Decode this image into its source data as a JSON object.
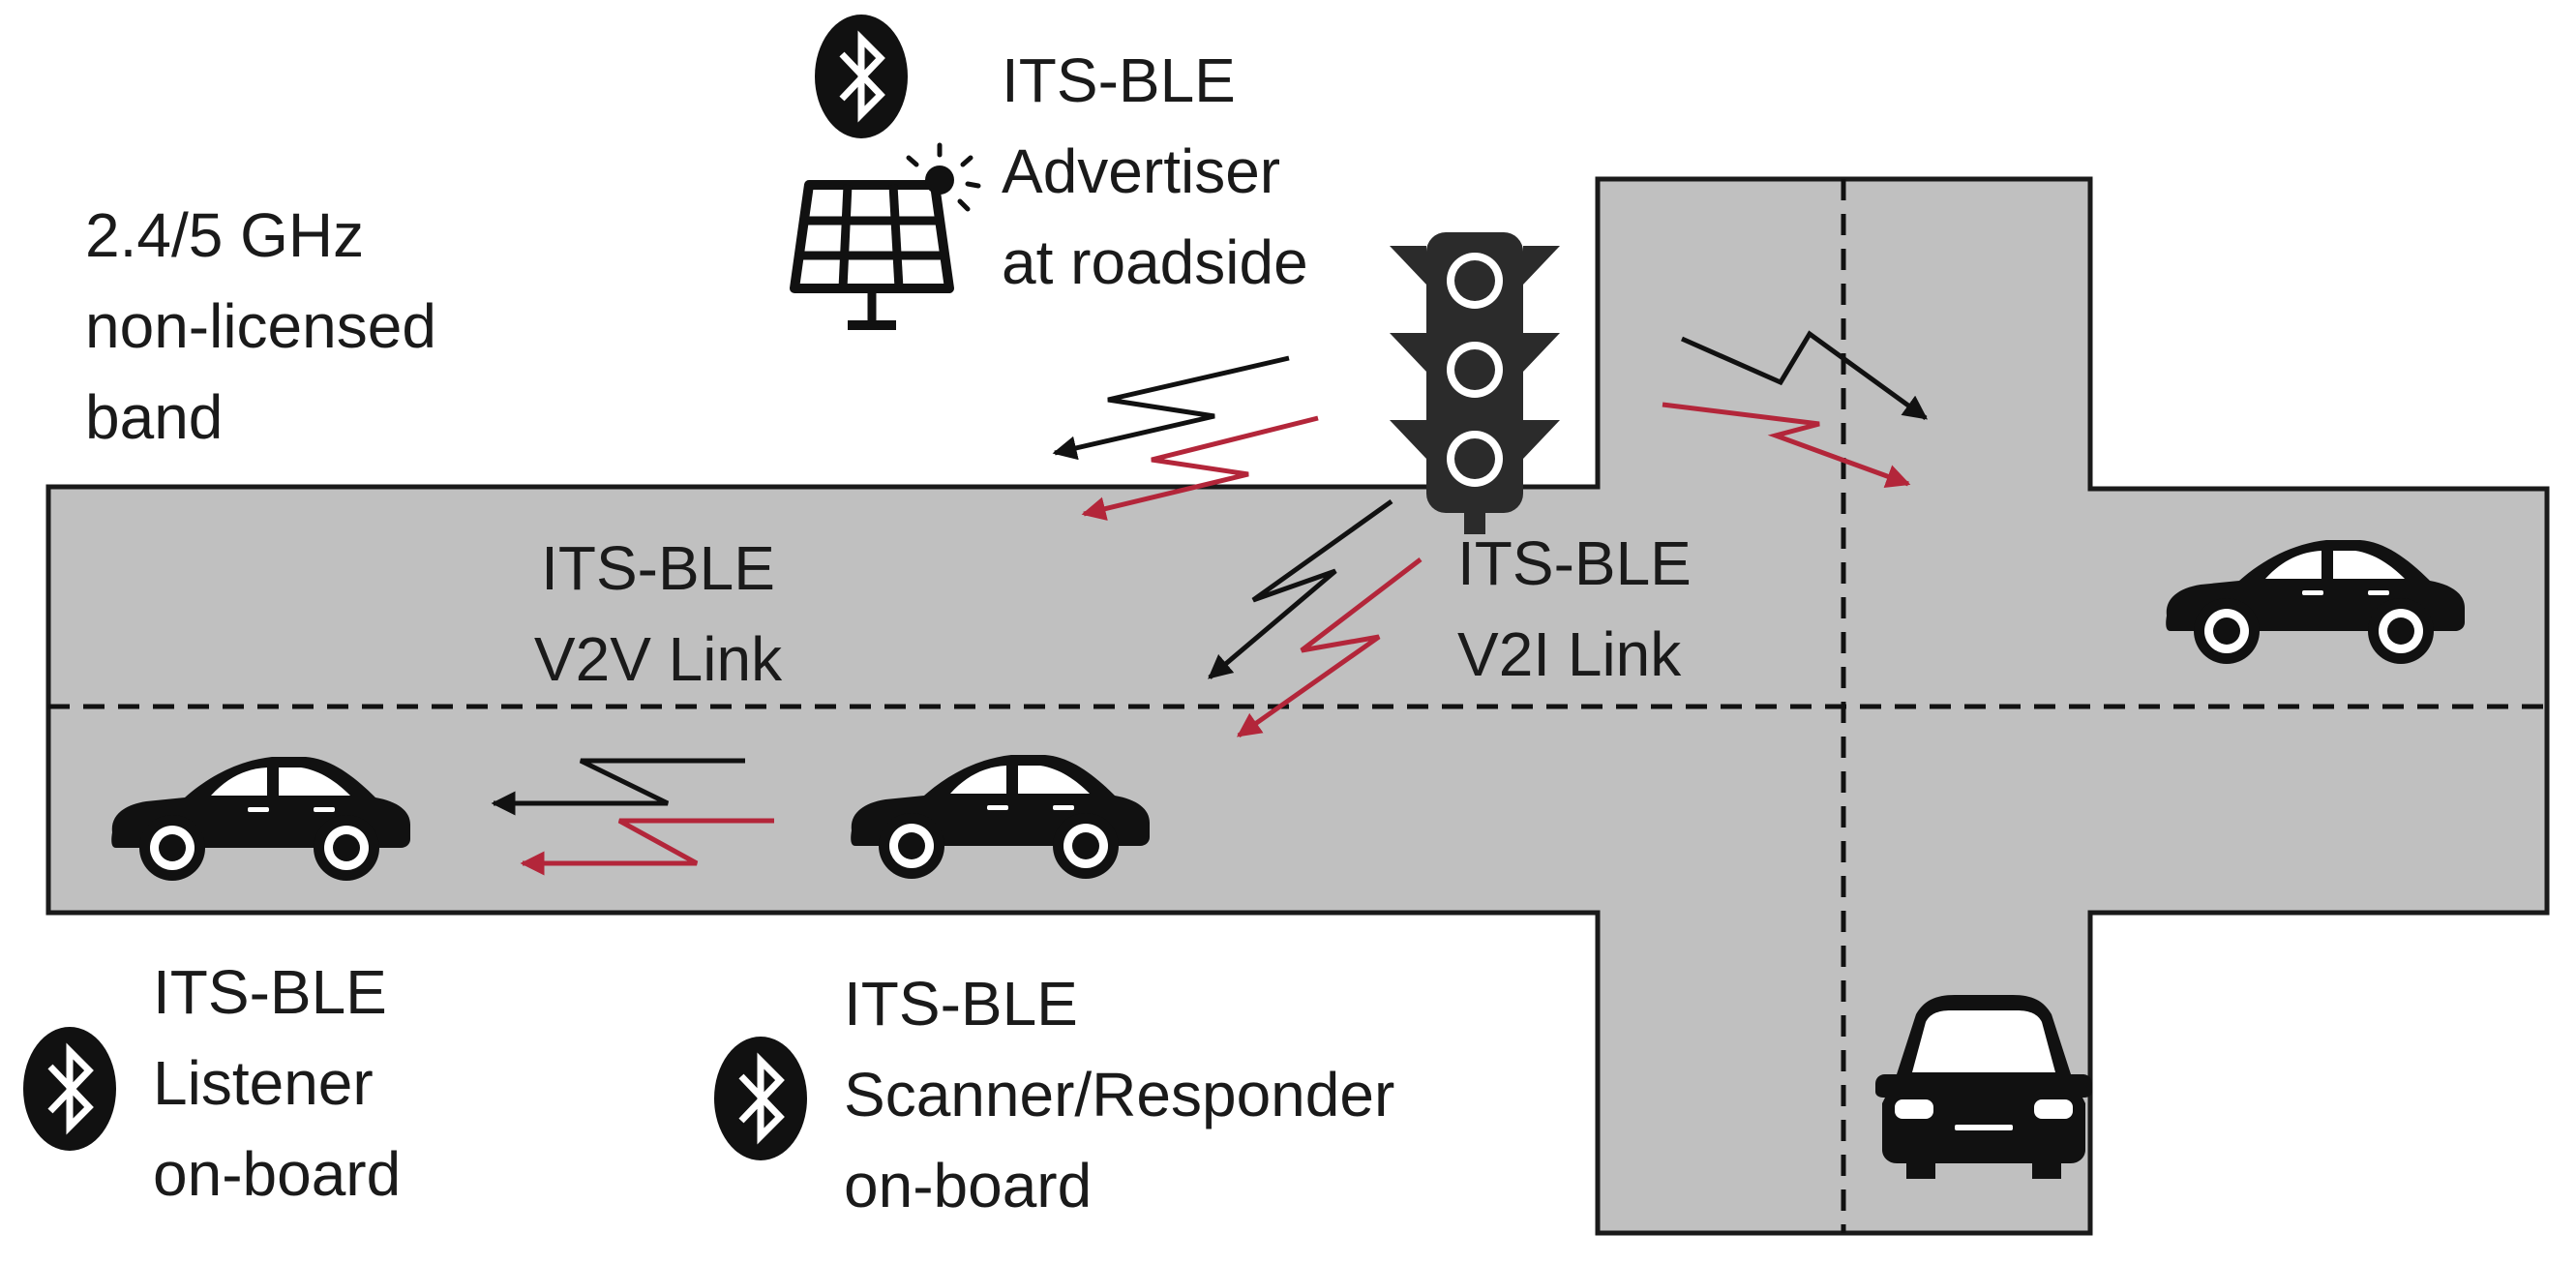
{
  "band_label": [
    "2.4/5 GHz",
    "non-licensed",
    "band"
  ],
  "advertiser_label": [
    "ITS-BLE",
    "Advertiser",
    "at roadside"
  ],
  "v2v_label": [
    "ITS-BLE",
    "V2V Link"
  ],
  "v2i_label": [
    "ITS-BLE",
    "V2I Link"
  ],
  "listener_label": [
    "ITS-BLE",
    "Listener",
    "on-board"
  ],
  "scanner_label": [
    "ITS-BLE",
    "Scanner/Responder",
    "on-board"
  ],
  "colors": {
    "road": "#c0c0c0",
    "road_border": "#1a1a1a",
    "signal_primary": "#111111",
    "signal_secondary": "#b3263a",
    "icon": "#2b2b2b"
  },
  "icons": [
    "bluetooth-icon",
    "solar-panel-icon",
    "traffic-light-icon",
    "car-icon"
  ]
}
